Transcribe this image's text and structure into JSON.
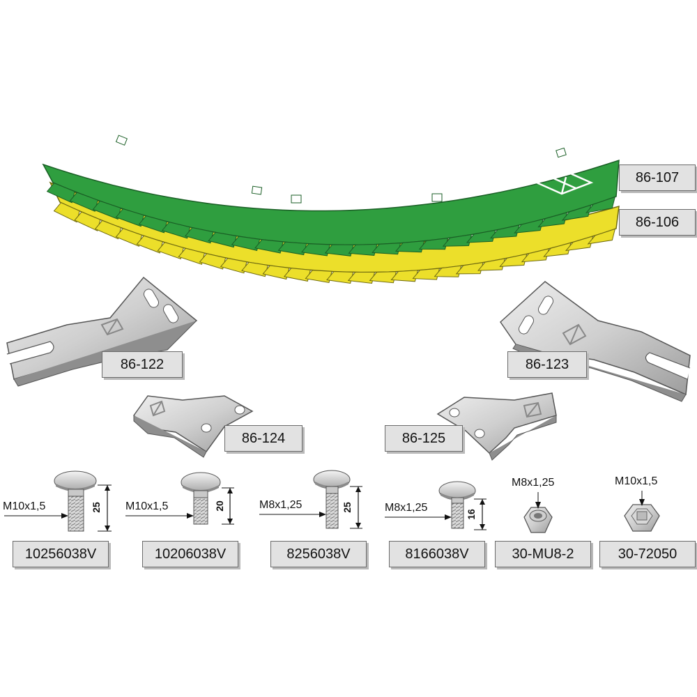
{
  "parts": {
    "blade_green": "86-107",
    "blade_yellow": "86-106",
    "holder_left": "86-122",
    "holder_right": "86-123",
    "plate_left": "86-124",
    "plate_right": "86-125"
  },
  "fasteners": [
    {
      "part": "10256038V",
      "thread": "M10x1,5",
      "length": "25"
    },
    {
      "part": "10206038V",
      "thread": "M10x1,5",
      "length": "20"
    },
    {
      "part": "8256038V",
      "thread": "M8x1,25",
      "length": "25"
    },
    {
      "part": "8166038V",
      "thread": "M8x1,25",
      "length": "16"
    },
    {
      "part": "30-MU8-2",
      "thread": "M8x1,25"
    },
    {
      "part": "30-72050",
      "thread": "M10x1,5"
    }
  ],
  "colors": {
    "blade_green": "#2f9e3f",
    "blade_yellow": "#ecdf2a",
    "metal": "#d3d3d3",
    "label_bg": "#e2e2e2"
  }
}
